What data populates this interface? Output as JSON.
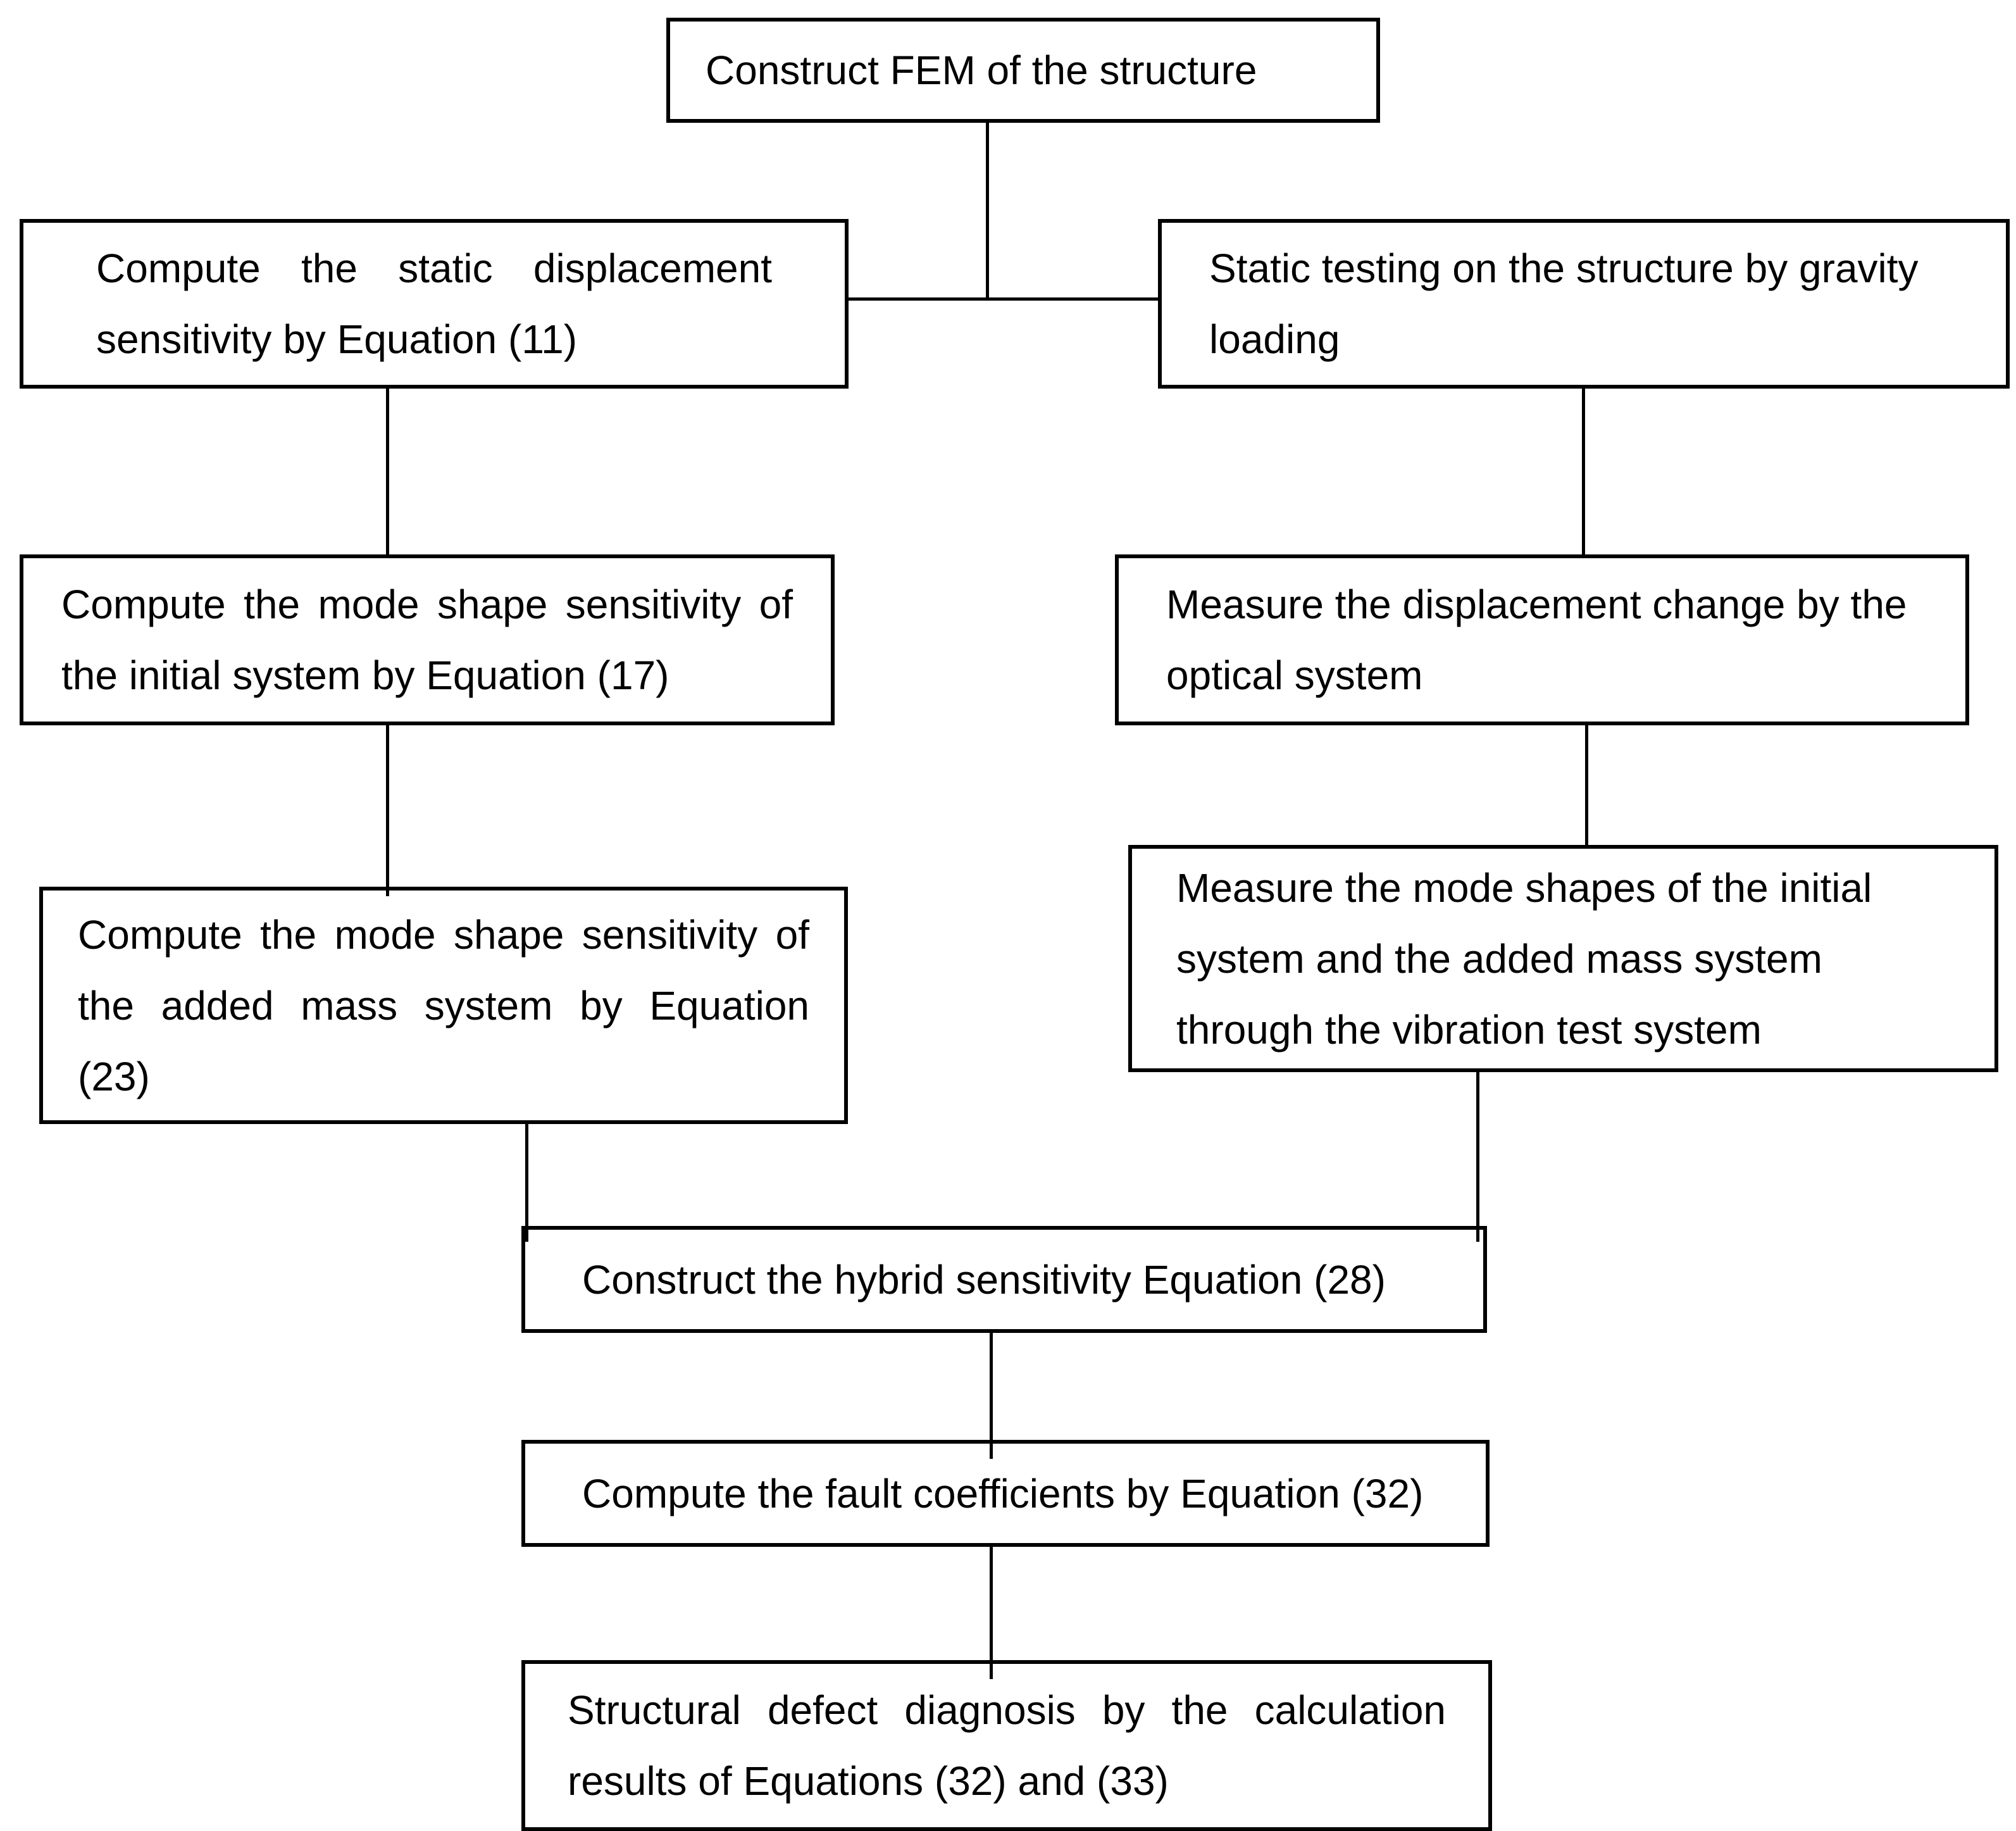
{
  "figure": {
    "type": "flowchart",
    "background_color": "#ffffff",
    "line_color": "#000000",
    "text_color": "#000000"
  },
  "boxes": {
    "construct_fem": {
      "text": "Construct FEM of the structure"
    },
    "static_sensitivity": {
      "text": "Compute the static displacement sensitivity by Equation (11)"
    },
    "static_testing": {
      "text": "Static testing on the structure by gravity loading"
    },
    "mode_shape_initial": {
      "text": "Compute the mode shape sensitivity of the initial system by Equation (17)"
    },
    "measure_displacement": {
      "text": "Measure the displacement change by the optical system"
    },
    "mode_shape_added_mass": {
      "text": "Compute the mode shape sensitivity of the added mass system by Equation (23)"
    },
    "measure_mode_shapes": {
      "text": "Measure the mode shapes of the initial system and the added mass system through the vibration test system"
    },
    "hybrid_sensitivity": {
      "text": "Construct the hybrid sensitivity Equation (28)"
    },
    "fault_coefficients": {
      "text": "Compute the fault coefficients by Equation (32)"
    },
    "defect_diagnosis": {
      "text": "Structural defect diagnosis by the calculation results of Equations (32) and (33)"
    }
  },
  "edges": [
    {
      "from": "construct_fem",
      "to": "static_sensitivity"
    },
    {
      "from": "construct_fem",
      "to": "static_testing"
    },
    {
      "from": "static_sensitivity",
      "to": "mode_shape_initial"
    },
    {
      "from": "static_testing",
      "to": "measure_displacement"
    },
    {
      "from": "mode_shape_initial",
      "to": "mode_shape_added_mass"
    },
    {
      "from": "measure_displacement",
      "to": "measure_mode_shapes"
    },
    {
      "from": "mode_shape_added_mass",
      "to": "hybrid_sensitivity"
    },
    {
      "from": "measure_mode_shapes",
      "to": "hybrid_sensitivity"
    },
    {
      "from": "hybrid_sensitivity",
      "to": "fault_coefficients"
    },
    {
      "from": "fault_coefficients",
      "to": "defect_diagnosis"
    }
  ]
}
